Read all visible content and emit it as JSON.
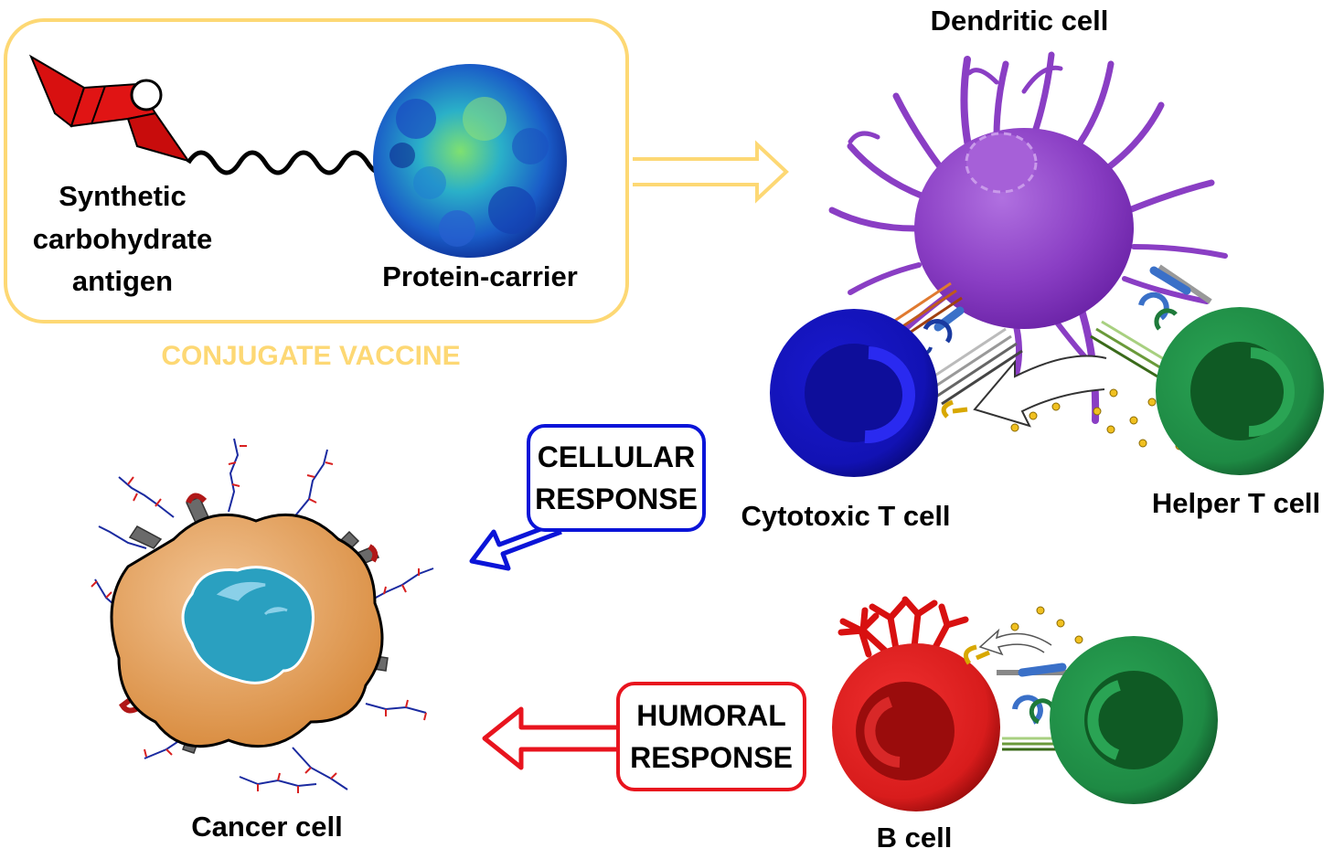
{
  "vaccine": {
    "title": "CONJUGATE VACCINE",
    "antigen_line1": "Synthetic",
    "antigen_line2": "carbohydrate",
    "antigen_line3": "antigen",
    "carrier": "Protein-carrier"
  },
  "cells": {
    "dendritic": "Dendritic cell",
    "cytotoxic": "Cytotoxic T cell",
    "helper": "Helper T cell",
    "b_cell": "B cell",
    "cancer": "Cancer cell"
  },
  "responses": {
    "cellular_line1": "CELLULAR",
    "cellular_line2": "RESPONSE",
    "humoral_line1": "HUMORAL",
    "humoral_line2": "RESPONSE"
  },
  "colors": {
    "vaccine_frame": "#fdd874",
    "cellular": "#0a14d8",
    "humoral": "#e8141e",
    "dendritic": "#8a3ec4",
    "cytotoxic": "#1a1ad0",
    "helper": "#1e8a44",
    "b_cell": "#d81c1c",
    "cancer": "#e4a35c",
    "nucleus": "#2aa0c0"
  }
}
